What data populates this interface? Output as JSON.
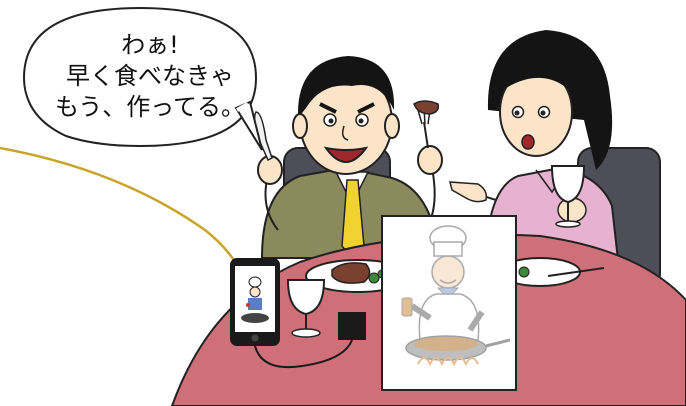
{
  "speech_bubble": {
    "lines": [
      "わぁ!",
      "早く食べなきゃ",
      "もう、作ってる。"
    ]
  },
  "colors": {
    "table": "#cf6f78",
    "table_dark": "#b9565f",
    "man_jacket": "#8a8a5c",
    "woman_blouse": "#e7b2cf",
    "chair": "#4e4e58",
    "tie": "#f0d330",
    "skin": "#fce4c8",
    "hair": "#141414"
  },
  "icons": [
    "phone-icon",
    "chef-icon",
    "wine-glass-icon",
    "steak-icon",
    "fork-icon",
    "knife-icon",
    "charger-icon"
  ]
}
